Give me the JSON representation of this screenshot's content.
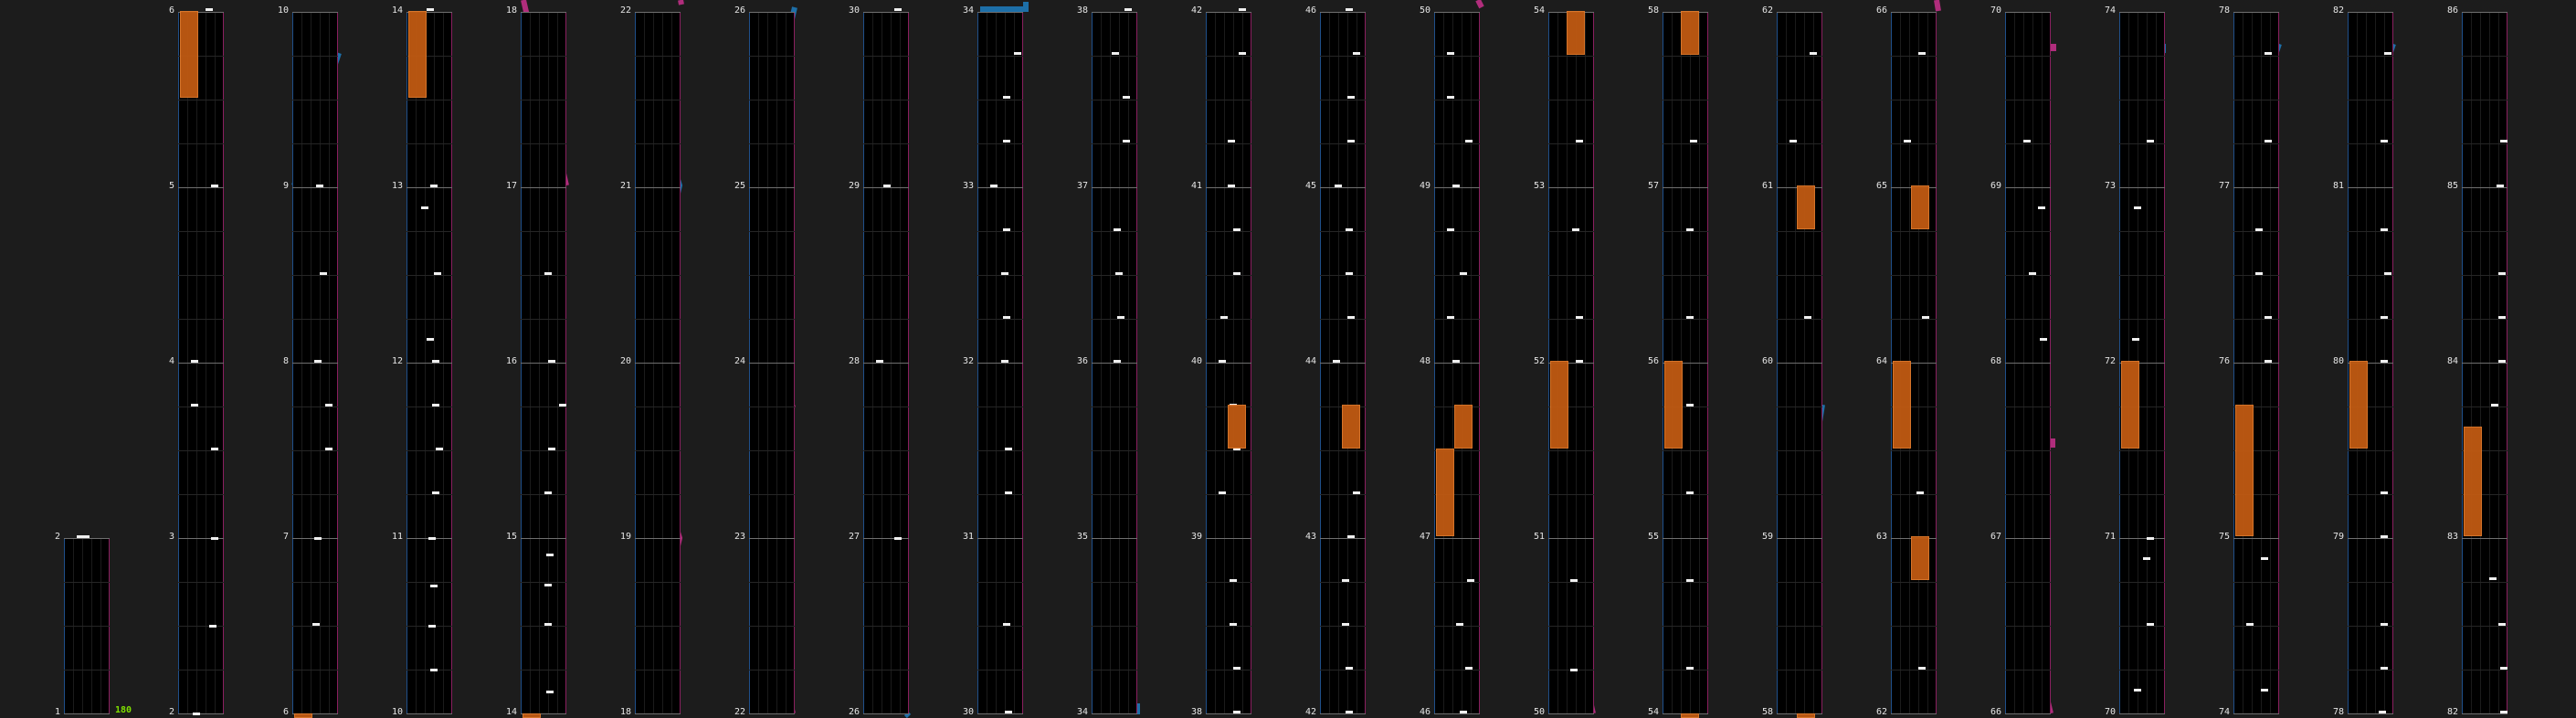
{
  "chart_view": {
    "bpm_marker": "180",
    "colors": {
      "blue_slide": "#1d6fa8",
      "pink_slide": "#b02d7c",
      "hold": "#c05a12",
      "note": "#f0f0f0"
    },
    "columns": [
      {
        "measures": [
          "1",
          "2"
        ]
      },
      {
        "measures": [
          "2",
          "3",
          "4",
          "5",
          "6"
        ]
      },
      {
        "measures": [
          "6",
          "7",
          "8",
          "9",
          "10"
        ]
      },
      {
        "measures": [
          "10",
          "11",
          "12",
          "13",
          "14"
        ]
      },
      {
        "measures": [
          "14",
          "15",
          "16",
          "17",
          "18"
        ]
      },
      {
        "measures": [
          "18",
          "19",
          "20",
          "21",
          "22"
        ]
      },
      {
        "measures": [
          "22",
          "23",
          "24",
          "25",
          "26"
        ]
      },
      {
        "measures": [
          "26",
          "27",
          "28",
          "29",
          "30"
        ]
      },
      {
        "measures": [
          "30",
          "31",
          "32",
          "33",
          "34"
        ]
      },
      {
        "measures": [
          "34",
          "35",
          "36",
          "37",
          "38"
        ]
      },
      {
        "measures": [
          "38",
          "39",
          "40",
          "41",
          "42"
        ]
      },
      {
        "measures": [
          "42",
          "43",
          "44",
          "45",
          "46"
        ]
      },
      {
        "measures": [
          "46",
          "47",
          "48",
          "49",
          "50"
        ]
      },
      {
        "measures": [
          "50",
          "51",
          "52",
          "53",
          "54"
        ]
      },
      {
        "measures": [
          "54",
          "55",
          "56",
          "57",
          "58"
        ]
      },
      {
        "measures": [
          "58",
          "59",
          "60",
          "61",
          "62"
        ]
      },
      {
        "measures": [
          "62",
          "63",
          "64",
          "65",
          "66"
        ]
      },
      {
        "measures": [
          "66",
          "67",
          "68",
          "69",
          "70"
        ]
      },
      {
        "measures": [
          "70",
          "71",
          "72",
          "73",
          "74"
        ]
      },
      {
        "measures": [
          "74",
          "75",
          "76",
          "77",
          "78"
        ]
      },
      {
        "measures": [
          "78",
          "79",
          "80",
          "81",
          "82"
        ]
      },
      {
        "measures": [
          "82",
          "83",
          "84",
          "85",
          "86"
        ]
      }
    ]
  }
}
